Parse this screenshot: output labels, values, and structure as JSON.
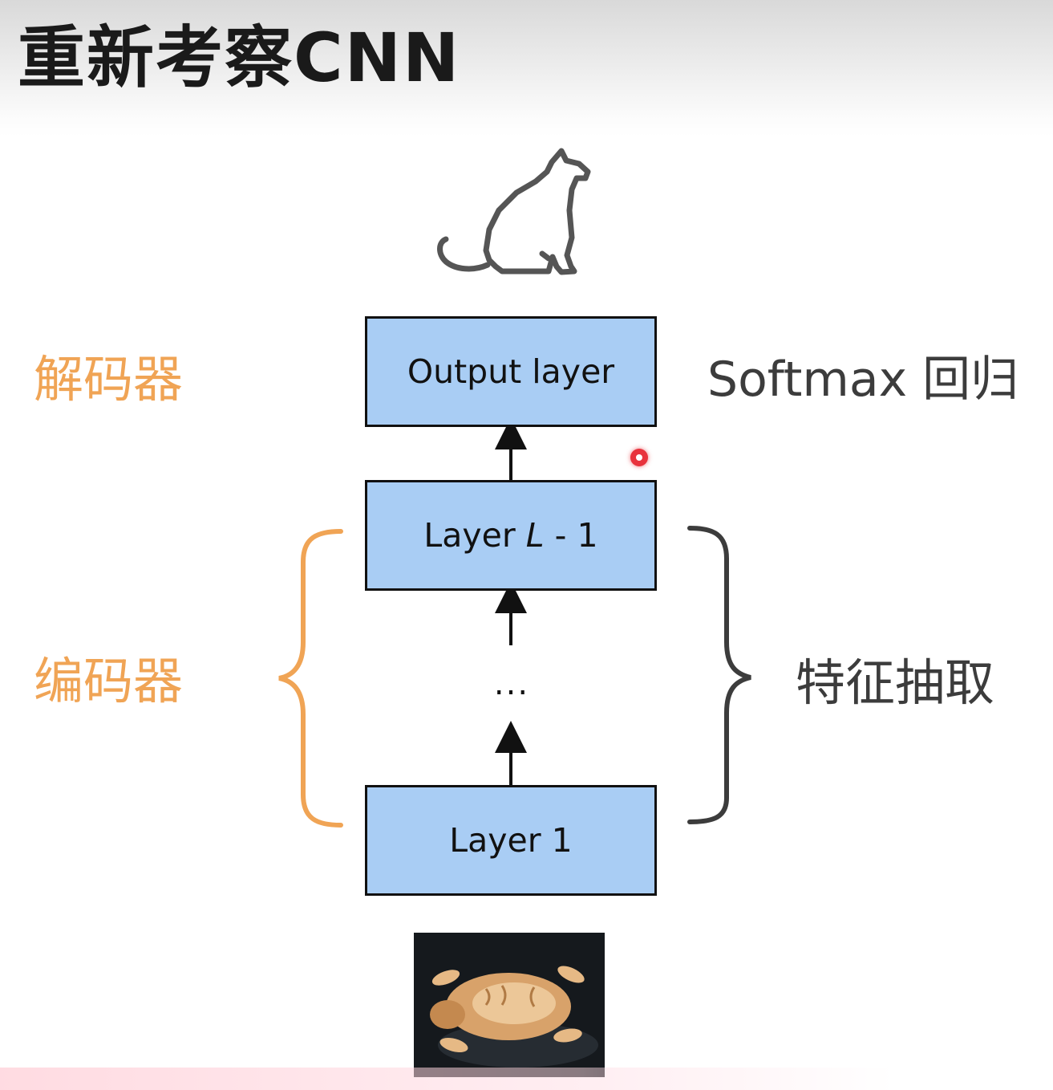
{
  "title": "重新考察CNN",
  "left_labels": {
    "decoder": "解码器",
    "encoder": "编码器"
  },
  "right_labels": {
    "softmax": "Softmax 回归",
    "feature_extraction": "特征抽取"
  },
  "layers": {
    "output": "Output layer",
    "layer_l_prefix": "Layer ",
    "layer_l_var": "L",
    "layer_l_suffix": " - 1",
    "ellipsis": "...",
    "layer_1": "Layer 1"
  },
  "colors": {
    "box_fill": "#a9cdf4",
    "encoder_brace": "#f0a455",
    "feature_brace": "#3c3c3c",
    "label_orange": "#f0a455",
    "label_gray": "#3c3c3c"
  },
  "icons": {
    "top": "cat-silhouette-icon",
    "bottom": "cat-photo"
  }
}
